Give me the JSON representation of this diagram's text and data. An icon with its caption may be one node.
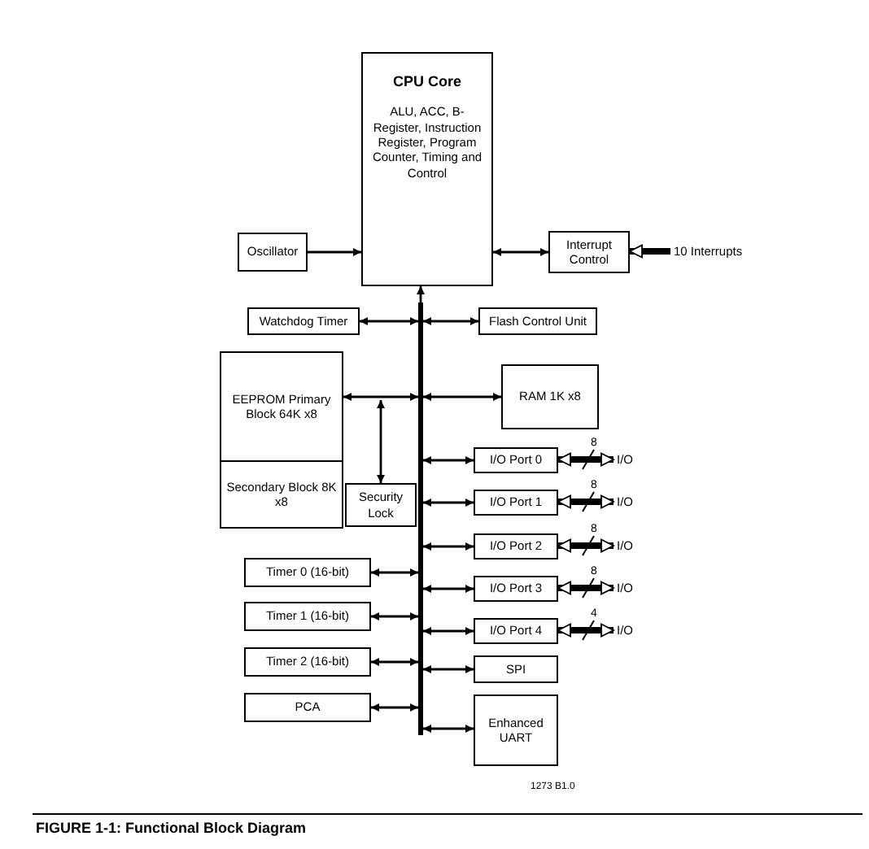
{
  "diagram": {
    "caption": "FIGURE 1-1: Functional Block Diagram",
    "nodes": [
      {
        "text": [
          "CPU Core",
          "ALU, ACC, B-Register, Instruction Register, Program Counter, Timing and Control"
        ]
      },
      {
        "text": [
          "Oscillator"
        ]
      },
      {
        "text": [
          "Interrupt Control"
        ]
      },
      {
        "text": [
          "10 Interrupts"
        ]
      },
      {
        "text": [
          "Watchdog Timer"
        ]
      },
      {
        "text": [
          "Flash Control Unit"
        ]
      },
      {
        "text": [],
        "shape": "bar"
      },
      {
        "text": [
          "EEPROM Primary Block 64K x8"
        ]
      },
      {
        "text": [
          "Secondary Block 8K x8"
        ]
      },
      {
        "text": [
          "Security Lock"
        ]
      },
      {
        "text": [
          "RAM 1K x8"
        ]
      },
      {
        "text": [
          "I/O Port 0"
        ]
      },
      {
        "text": [
          "I/O Port 1"
        ]
      },
      {
        "text": [
          "I/O Port 2"
        ]
      },
      {
        "text": [
          "I/O Port 3"
        ]
      },
      {
        "text": [
          "I/O Port 4"
        ]
      },
      {
        "text": [
          "I/O"
        ]
      },
      {
        "text": [
          "I/O"
        ]
      },
      {
        "text": [
          "I/O"
        ]
      },
      {
        "text": [
          "I/O"
        ]
      },
      {
        "text": [
          "I/O"
        ]
      },
      {
        "text": [
          "Timer 0 (16-bit)"
        ]
      },
      {
        "text": [
          "Timer 1 (16-bit)"
        ]
      },
      {
        "text": [
          "Timer 2 (16-bit)"
        ]
      },
      {
        "text": [
          "PCA"
        ]
      },
      {
        "text": [
          "SPI"
        ]
      },
      {
        "text": [
          "Enhanced UART"
        ]
      }
    ],
    "edges": [
      {
        "from": 1,
        "to": 0,
        "arrow": "to"
      },
      {
        "from": 0,
        "to": 2,
        "arrow": "both"
      },
      {
        "from": 3,
        "to": 2,
        "arrow": "to",
        "style": "thick"
      },
      {
        "from": 6,
        "to": 0,
        "arrow": "to"
      },
      {
        "from": 6,
        "to": 4,
        "arrow": "both"
      },
      {
        "from": 6,
        "to": 5,
        "arrow": "both"
      },
      {
        "from": 7,
        "to": 6,
        "arrow": "both"
      },
      {
        "from": 9,
        "to": 7,
        "arrow": "both"
      },
      {
        "from": 6,
        "to": 10,
        "arrow": "both"
      },
      {
        "from": 6,
        "to": 11,
        "arrow": "both"
      },
      {
        "from": 6,
        "to": 12,
        "arrow": "both"
      },
      {
        "from": 6,
        "to": 13,
        "arrow": "both"
      },
      {
        "from": 6,
        "to": 14,
        "arrow": "both"
      },
      {
        "from": 6,
        "to": 15,
        "arrow": "both"
      },
      {
        "from": 11,
        "to": 16,
        "arrow": "both",
        "label": "8",
        "style": "thick"
      },
      {
        "from": 12,
        "to": 17,
        "arrow": "both",
        "label": "8",
        "style": "thick"
      },
      {
        "from": 13,
        "to": 18,
        "arrow": "both",
        "label": "8",
        "style": "thick"
      },
      {
        "from": 14,
        "to": 19,
        "arrow": "both",
        "label": "8",
        "style": "thick"
      },
      {
        "from": 15,
        "to": 20,
        "arrow": "both",
        "label": "4",
        "style": "thick"
      },
      {
        "from": 21,
        "to": 6,
        "arrow": "both"
      },
      {
        "from": 22,
        "to": 6,
        "arrow": "both"
      },
      {
        "from": 23,
        "to": 6,
        "arrow": "both"
      },
      {
        "from": 24,
        "to": 6,
        "arrow": "both"
      },
      {
        "from": 6,
        "to": 25,
        "arrow": "both"
      },
      {
        "from": 6,
        "to": 26,
        "arrow": "both"
      }
    ],
    "labels": [
      "1273 B1.0"
    ]
  }
}
